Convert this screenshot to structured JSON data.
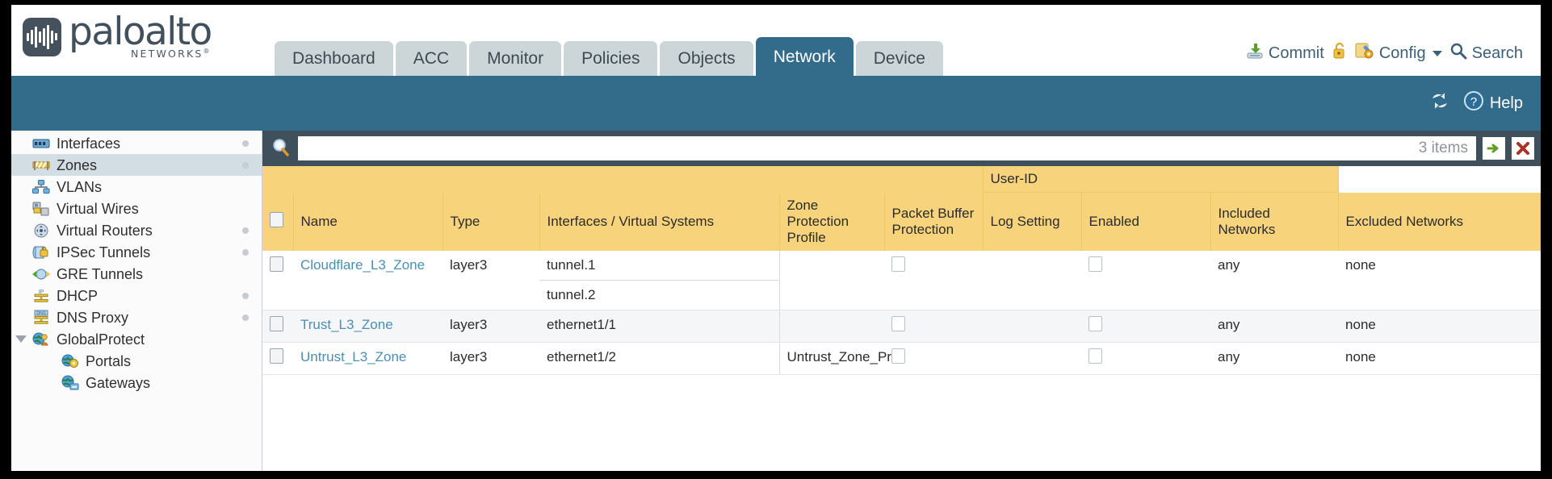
{
  "brand": {
    "name": "paloalto",
    "tagline": "NETWORKS",
    "registered": "®"
  },
  "tabs": [
    {
      "label": "Dashboard",
      "active": false
    },
    {
      "label": "ACC",
      "active": false
    },
    {
      "label": "Monitor",
      "active": false
    },
    {
      "label": "Policies",
      "active": false
    },
    {
      "label": "Objects",
      "active": false
    },
    {
      "label": "Network",
      "active": true
    },
    {
      "label": "Device",
      "active": false
    }
  ],
  "topright": {
    "commit": "Commit",
    "config": "Config",
    "search": "Search"
  },
  "blueband": {
    "help": "Help"
  },
  "sidebar": {
    "items": [
      {
        "label": "Interfaces",
        "icon": "interfaces-icon",
        "selected": false,
        "dot": true,
        "child": false,
        "expander": false
      },
      {
        "label": "Zones",
        "icon": "zones-icon",
        "selected": true,
        "dot": true,
        "child": false,
        "expander": false
      },
      {
        "label": "VLANs",
        "icon": "vlans-icon",
        "selected": false,
        "dot": false,
        "child": false,
        "expander": false
      },
      {
        "label": "Virtual Wires",
        "icon": "virtual-wires-icon",
        "selected": false,
        "dot": false,
        "child": false,
        "expander": false
      },
      {
        "label": "Virtual Routers",
        "icon": "virtual-routers-icon",
        "selected": false,
        "dot": true,
        "child": false,
        "expander": false
      },
      {
        "label": "IPSec Tunnels",
        "icon": "ipsec-tunnels-icon",
        "selected": false,
        "dot": true,
        "child": false,
        "expander": false
      },
      {
        "label": "GRE Tunnels",
        "icon": "gre-tunnels-icon",
        "selected": false,
        "dot": false,
        "child": false,
        "expander": false
      },
      {
        "label": "DHCP",
        "icon": "dhcp-icon",
        "selected": false,
        "dot": true,
        "child": false,
        "expander": false
      },
      {
        "label": "DNS Proxy",
        "icon": "dns-proxy-icon",
        "selected": false,
        "dot": true,
        "child": false,
        "expander": false
      },
      {
        "label": "GlobalProtect",
        "icon": "globalprotect-icon",
        "selected": false,
        "dot": false,
        "child": false,
        "expander": true
      },
      {
        "label": "Portals",
        "icon": "portals-icon",
        "selected": false,
        "dot": false,
        "child": true,
        "expander": false
      },
      {
        "label": "Gateways",
        "icon": "gateways-icon",
        "selected": false,
        "dot": false,
        "child": true,
        "expander": false
      }
    ]
  },
  "search": {
    "value": "",
    "placeholder": "",
    "item_count": "3 items"
  },
  "table": {
    "group_header": "User-ID",
    "columns": [
      "Name",
      "Type",
      "Interfaces / Virtual Systems",
      "Zone Protection Profile",
      "Packet Buffer Protection",
      "Log Setting",
      "Enabled",
      "Included Networks",
      "Excluded Networks"
    ],
    "rows": [
      {
        "name": "Cloudflare_L3_Zone",
        "type": "layer3",
        "interfaces": [
          "tunnel.1",
          "tunnel.2"
        ],
        "zone_protection_profile": "",
        "packet_buffer_protection": false,
        "log_setting": "",
        "enabled": false,
        "included_networks": "any",
        "excluded_networks": "none"
      },
      {
        "name": "Trust_L3_Zone",
        "type": "layer3",
        "interfaces": [
          "ethernet1/1"
        ],
        "zone_protection_profile": "",
        "packet_buffer_protection": false,
        "log_setting": "",
        "enabled": false,
        "included_networks": "any",
        "excluded_networks": "none"
      },
      {
        "name": "Untrust_L3_Zone",
        "type": "layer3",
        "interfaces": [
          "ethernet1/2"
        ],
        "zone_protection_profile": "Untrust_Zone_Prof",
        "packet_buffer_protection": false,
        "log_setting": "",
        "enabled": false,
        "included_networks": "any",
        "excluded_networks": "none"
      }
    ]
  },
  "colors": {
    "brand_blue": "#336b8b",
    "header_amber": "#f7d47c",
    "group_amber": "#eec45f",
    "search_slate": "#3f4f5c",
    "link_blue": "#4a8fb5"
  }
}
